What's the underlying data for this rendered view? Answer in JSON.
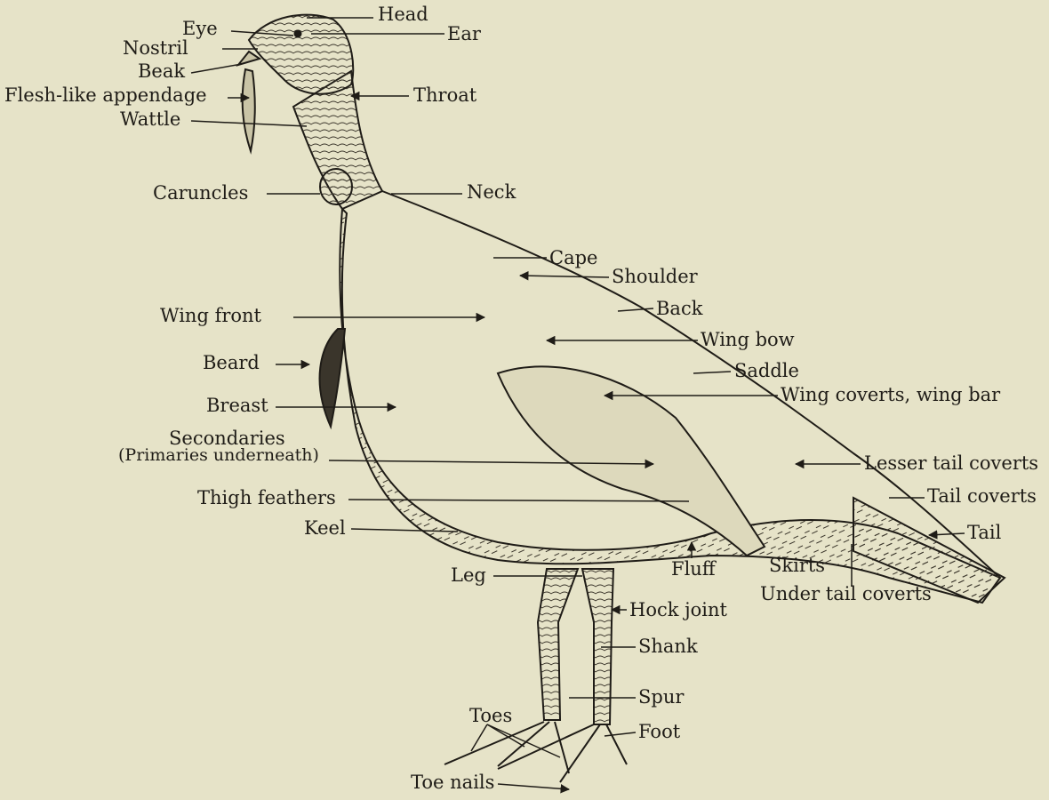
{
  "labels": {
    "head": "Head",
    "eye": "Eye",
    "ear": "Ear",
    "nostril": "Nostril",
    "beak": "Beak",
    "flesh_like_appendage": "Flesh-like appendage",
    "wattle": "Wattle",
    "throat": "Throat",
    "caruncles": "Caruncles",
    "neck": "Neck",
    "cape": "Cape",
    "shoulder": "Shoulder",
    "wing_front": "Wing front",
    "back": "Back",
    "wing_bow": "Wing bow",
    "beard": "Beard",
    "saddle": "Saddle",
    "breast": "Breast",
    "wing_coverts": "Wing coverts, wing bar",
    "secondaries": "Secondaries",
    "primaries_underneath": "(Primaries underneath)",
    "lesser_tail_coverts": "Lesser tail coverts",
    "thigh_feathers": "Thigh feathers",
    "tail_coverts": "Tail coverts",
    "keel": "Keel",
    "tail": "Tail",
    "fluff": "Fluff",
    "skirts": "Skirts",
    "leg": "Leg",
    "under_tail_coverts": "Under tail coverts",
    "hock_joint": "Hock joint",
    "shank": "Shank",
    "spur": "Spur",
    "toes": "Toes",
    "foot": "Foot",
    "toe_nails": "Toe nails"
  },
  "colors": {
    "background": "#e6e3c8",
    "ink": "#1f1c17"
  }
}
